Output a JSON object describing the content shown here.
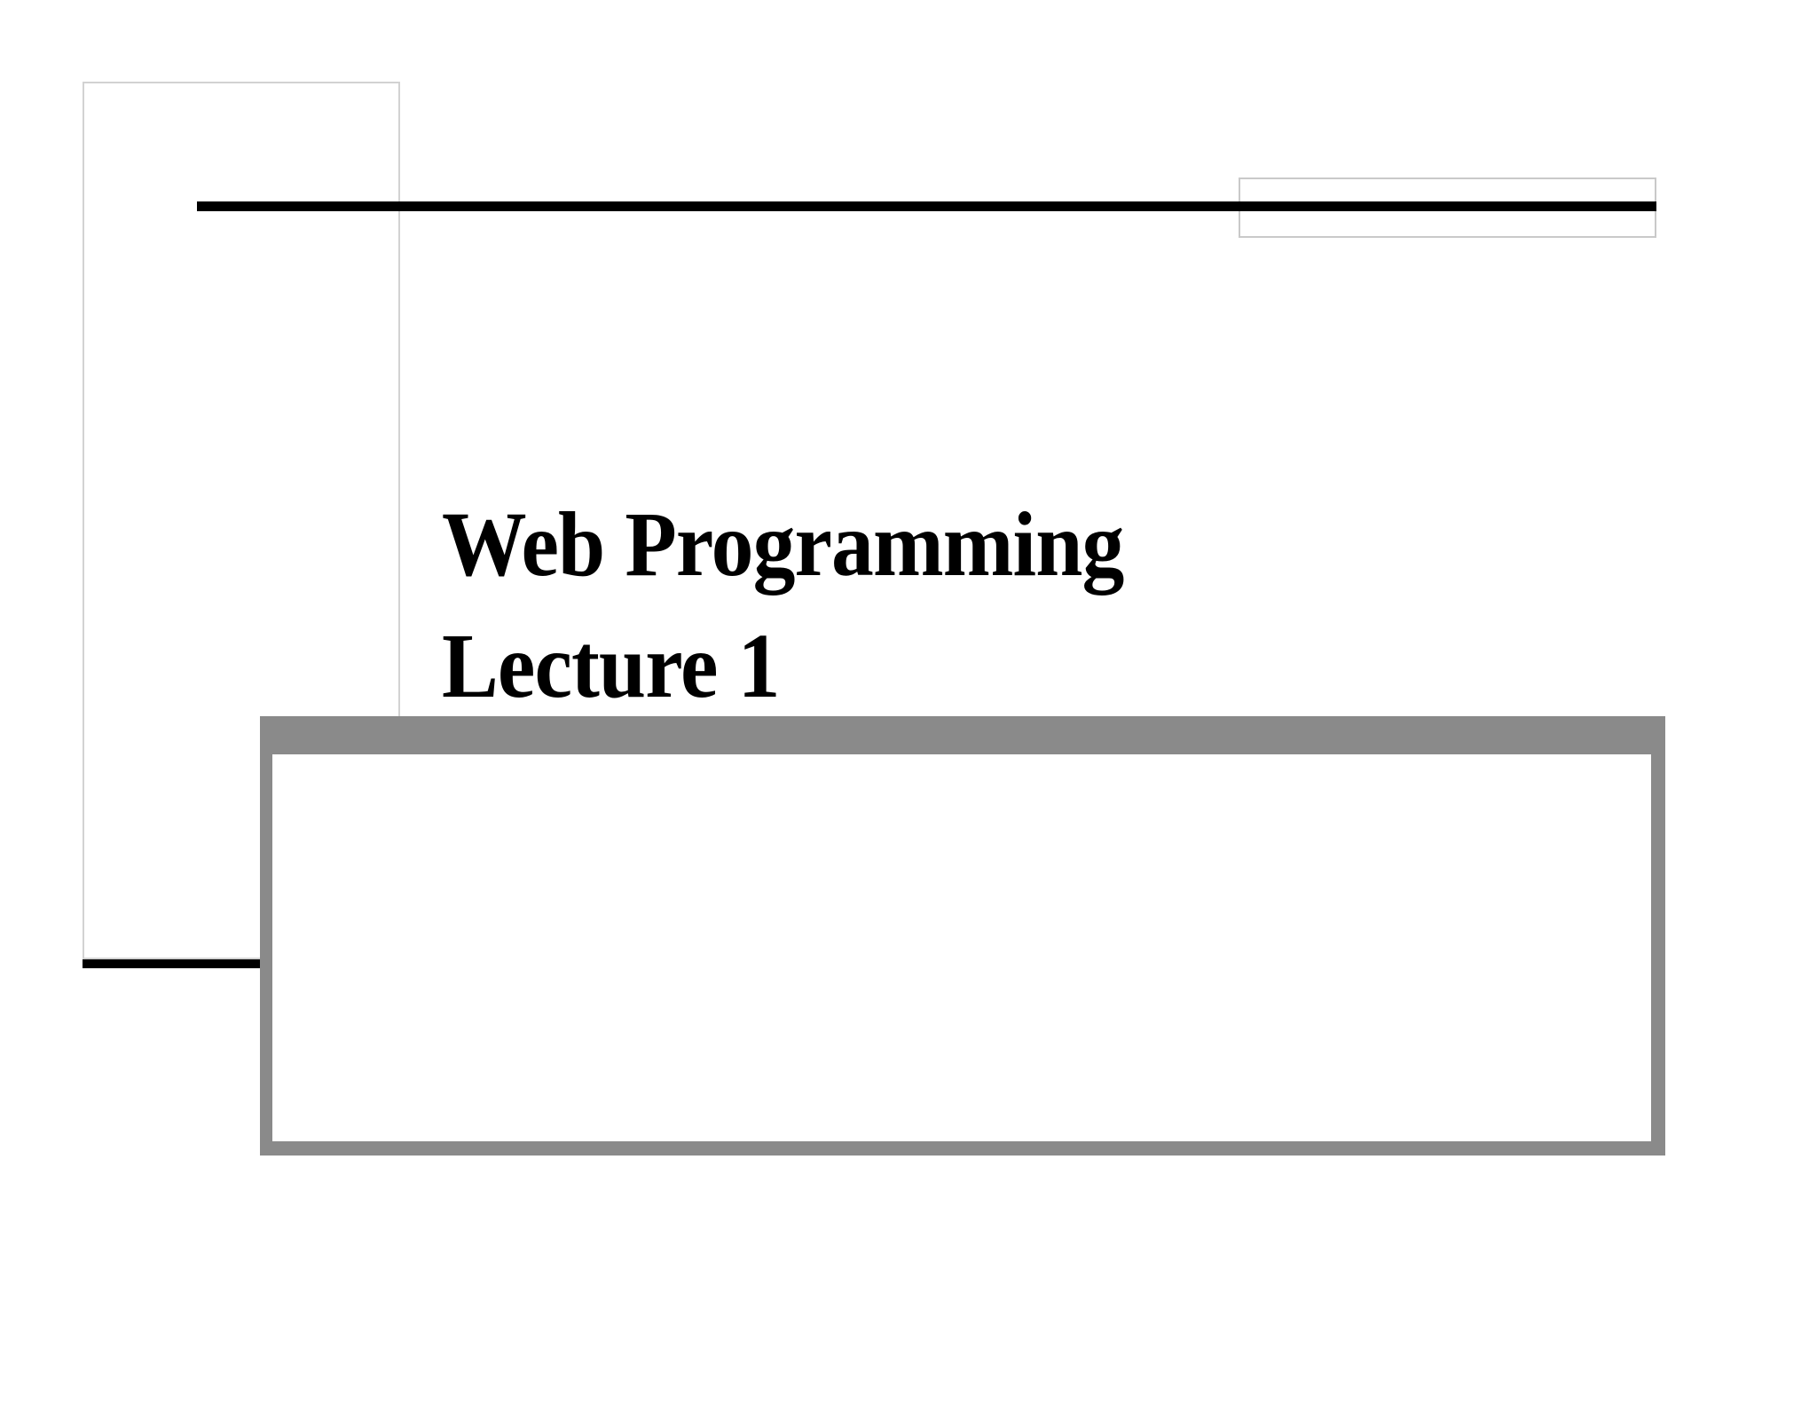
{
  "slide": {
    "title_line_1": "Web Programming",
    "title_line_2": "Lecture 1",
    "title_text": "Web Programming\nLecture 1",
    "subtitle_placeholder_text": "",
    "colors": {
      "background": "#ffffff",
      "title_text": "#000000",
      "rule": "#000000",
      "frame_outline": "#d2d2d2",
      "content_box_border": "#8a8a8a",
      "content_box_fill": "#ffffff"
    },
    "decorations": {
      "left_frame_label": "left vertical outline rectangle",
      "right_frame_label": "top right outline rectangle",
      "top_rule_label": "horizontal black rule",
      "bottom_rule_label": "short black rule",
      "content_box_label": "empty content placeholder"
    }
  }
}
